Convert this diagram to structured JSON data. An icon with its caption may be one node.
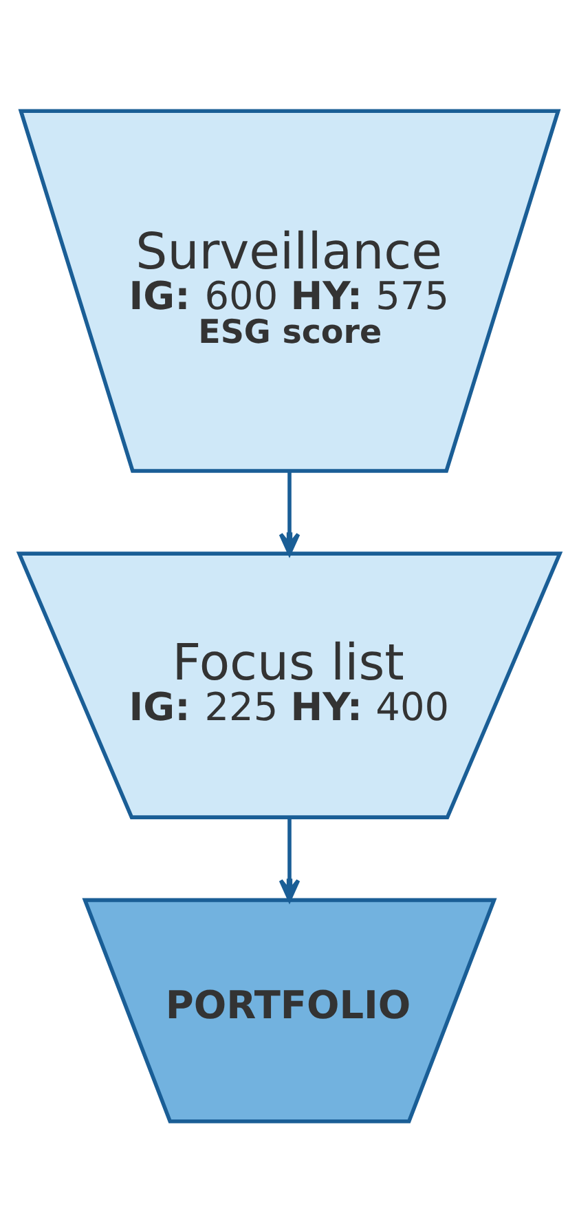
{
  "diagram": {
    "nodes": [
      {
        "text": [
          "Surveillance",
          "**IG:** 600 **HY:** 575",
          "ESG score"
        ]
      },
      {
        "text": [
          "Focus list",
          "**IG:** 225 **HY:** 400"
        ]
      },
      {
        "text": [
          "PORTFOLIO"
        ]
      }
    ],
    "edges": [
      {
        "from": 0,
        "to": 1,
        "arrow": "to"
      },
      {
        "from": 1,
        "to": 2,
        "arrow": "to"
      }
    ]
  }
}
